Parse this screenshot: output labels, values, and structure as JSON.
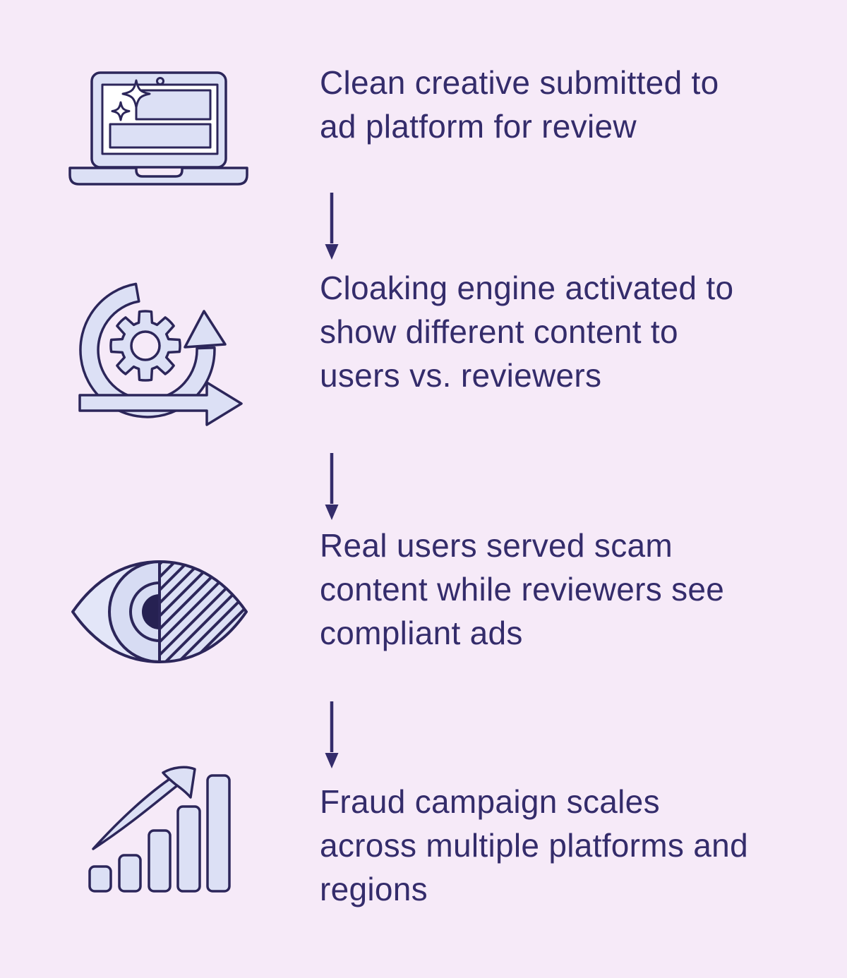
{
  "colors": {
    "background": "#F6EAF8",
    "icon_fill": "#DCE0F5",
    "icon_fill_light": "#E3E6F8",
    "iris_fill": "#D7DCF3",
    "outline": "#2C265A",
    "pupil": "#262152",
    "text": "#342C6B"
  },
  "flow": {
    "steps": [
      {
        "icon": "laptop-clean-creative-icon",
        "lines": [
          "Clean creative submitted to",
          "ad platform for review"
        ]
      },
      {
        "icon": "cloaking-engine-cycle-icon",
        "lines": [
          "Cloaking engine activated to",
          "show different content to",
          "users vs. reviewers"
        ]
      },
      {
        "icon": "cloaked-eye-icon",
        "lines": [
          "Real users served scam",
          "content while reviewers see",
          "compliant ads"
        ]
      },
      {
        "icon": "fraud-growth-chart-icon",
        "lines": [
          "Fraud campaign scales",
          "across multiple platforms and",
          "regions"
        ]
      }
    ],
    "connectors": [
      {
        "type": "down-arrow"
      },
      {
        "type": "down-arrow"
      },
      {
        "type": "down-arrow"
      }
    ]
  }
}
